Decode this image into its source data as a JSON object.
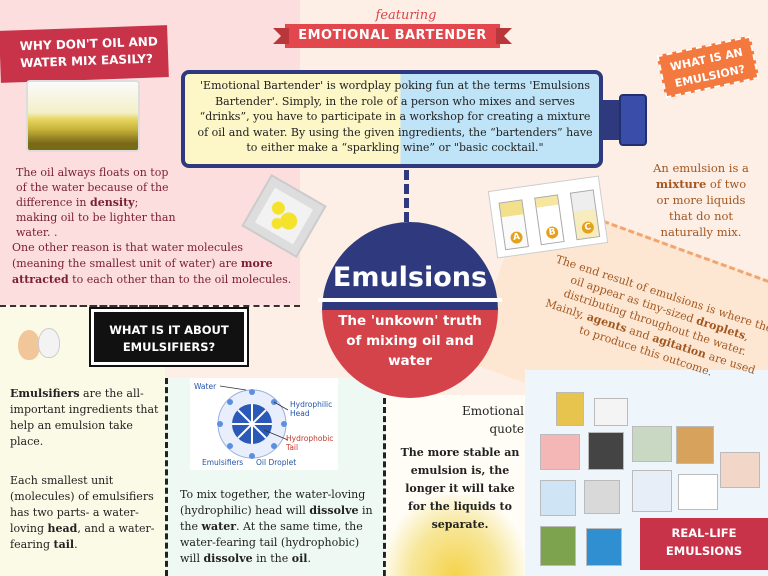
{
  "banner": {
    "featuring": "featuring",
    "title": "EMOTIONAL BARTENDER"
  },
  "question_oil_water": {
    "title": "WHY DON'T OIL AND WATER MIX EASILY?",
    "p1_a": "The oil always floats on top of the water because of the difference in ",
    "p1_bold": "density",
    "p1_b": "; making oil to be lighter than water. .",
    "p2_a": "One other reason is that water molecules (meaning the smallest unit of water) are ",
    "p2_bold": "more attracted",
    "p2_b": " to each other than to the oil molecules."
  },
  "bottle": {
    "text": "'Emotional Bartender' is wordplay poking fun at the terms 'Emulsions Bartender'. Simply, in the role of a person who mixes and serves “drinks”, you have to participate in a workshop for creating a mixture of oil and water. By using the given ingredients, the “bartenders” have to either make a “sparkling wine” or \"basic cocktail.\""
  },
  "question_emulsion": {
    "title": "WHAT IS AN EMULSION?",
    "text_a": "An emulsion is a ",
    "text_bold": "mixture",
    "text_b": " of two or more liquids that do not naturally mix."
  },
  "beaker_labels": [
    "A",
    "B",
    "C"
  ],
  "result": {
    "a": "The end result of emulsions is where the oil appear as tiny-sized ",
    "b1": "droplets",
    "c": ", distributing throughout the water. Mainly, ",
    "b2": "agents",
    "d": " and ",
    "b3": "agitation",
    "e": " are used to produce this outcome."
  },
  "center": {
    "title": "Emulsions",
    "subtitle": "The 'unkown' truth of mixing oil and water"
  },
  "emulsifiers": {
    "title": "WHAT IS IT ABOUT EMULSIFIERS?",
    "p1_bold": "Emulsifiers",
    "p1": " are the all-important ingredients that help an emulsion take place.",
    "p2_a": "Each smallest unit (molecules) of emulsifiers has two parts- a water-loving ",
    "p2_b1": "head",
    "p2_b": ", and a water-fearing ",
    "p2_b2": "tail",
    "p2_c": "."
  },
  "diagram": {
    "water": "Water",
    "hydrophilic_1": "Hydrophilic",
    "hydrophilic_2": "Head",
    "hydrophobic_1": "Hydrophobic",
    "hydrophobic_2": "Tail",
    "emulsifiers": "Emulsifiers",
    "oil": "Oil Droplet"
  },
  "mixing": {
    "a": "To mix together, the water-loving (hydrophilic) head will ",
    "b1": "dissolve",
    "c": " in the ",
    "b2": "water",
    "d": ". At the same time, the water-fearing tail (hydrophobic) will ",
    "b3": "dissolve",
    "e": " in the ",
    "b4": "oil",
    "f": "."
  },
  "quote": {
    "heading": "Emotional quote",
    "body": "The more stable an emulsion is, the longer it will take for the liquids to separate."
  },
  "real_life": {
    "title": "REAL-LIFE EMULSIONS"
  },
  "colors": {
    "navy": "#2f3a7e",
    "red": "#d5434a",
    "crimson": "#c8334a",
    "orange": "#f4793f"
  }
}
